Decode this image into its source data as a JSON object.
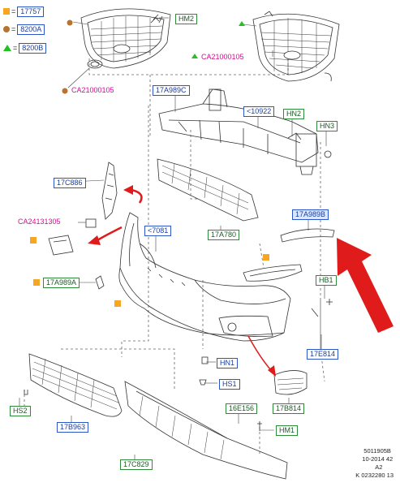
{
  "legend": [
    {
      "symbol": "square",
      "color": "#f5a623",
      "part": "17757"
    },
    {
      "symbol": "circle",
      "color": "#b8732c",
      "part": "8200A"
    },
    {
      "symbol": "triangle",
      "color": "#22c022",
      "part": "8200B"
    }
  ],
  "labels": {
    "hm2": "HM2",
    "ca_top_right": "CA21000105",
    "ca_left": "CA21000105",
    "p17a989c": "17A989C",
    "p10922": "<10922",
    "hn2": "HN2",
    "hn3": "HN3",
    "p17c886": "17C886",
    "ca24131305": "CA24131305",
    "p7081": "<7081",
    "p17a780": "17A780",
    "p17a989b": "17A989B",
    "p17a989a": "17A989A",
    "hb1": "HB1",
    "p17e814": "17E814",
    "hn1": "HN1",
    "hs1": "HS1",
    "hs2": "HS2",
    "p17b963": "17B963",
    "p16e156": "16E156",
    "p17b814": "17B814",
    "hm1": "HM1",
    "p17c829": "17C829"
  },
  "reference": {
    "line1": "5011905B",
    "line2": "10-2014 42",
    "line3": "A2",
    "line4": "K 0232280 13"
  },
  "colors": {
    "line": "#333333",
    "blue_label": "#2c55c8",
    "green_label": "#2e8b3a",
    "callout_magenta": "#d0108f",
    "arrow_red": "#e01b1b"
  }
}
